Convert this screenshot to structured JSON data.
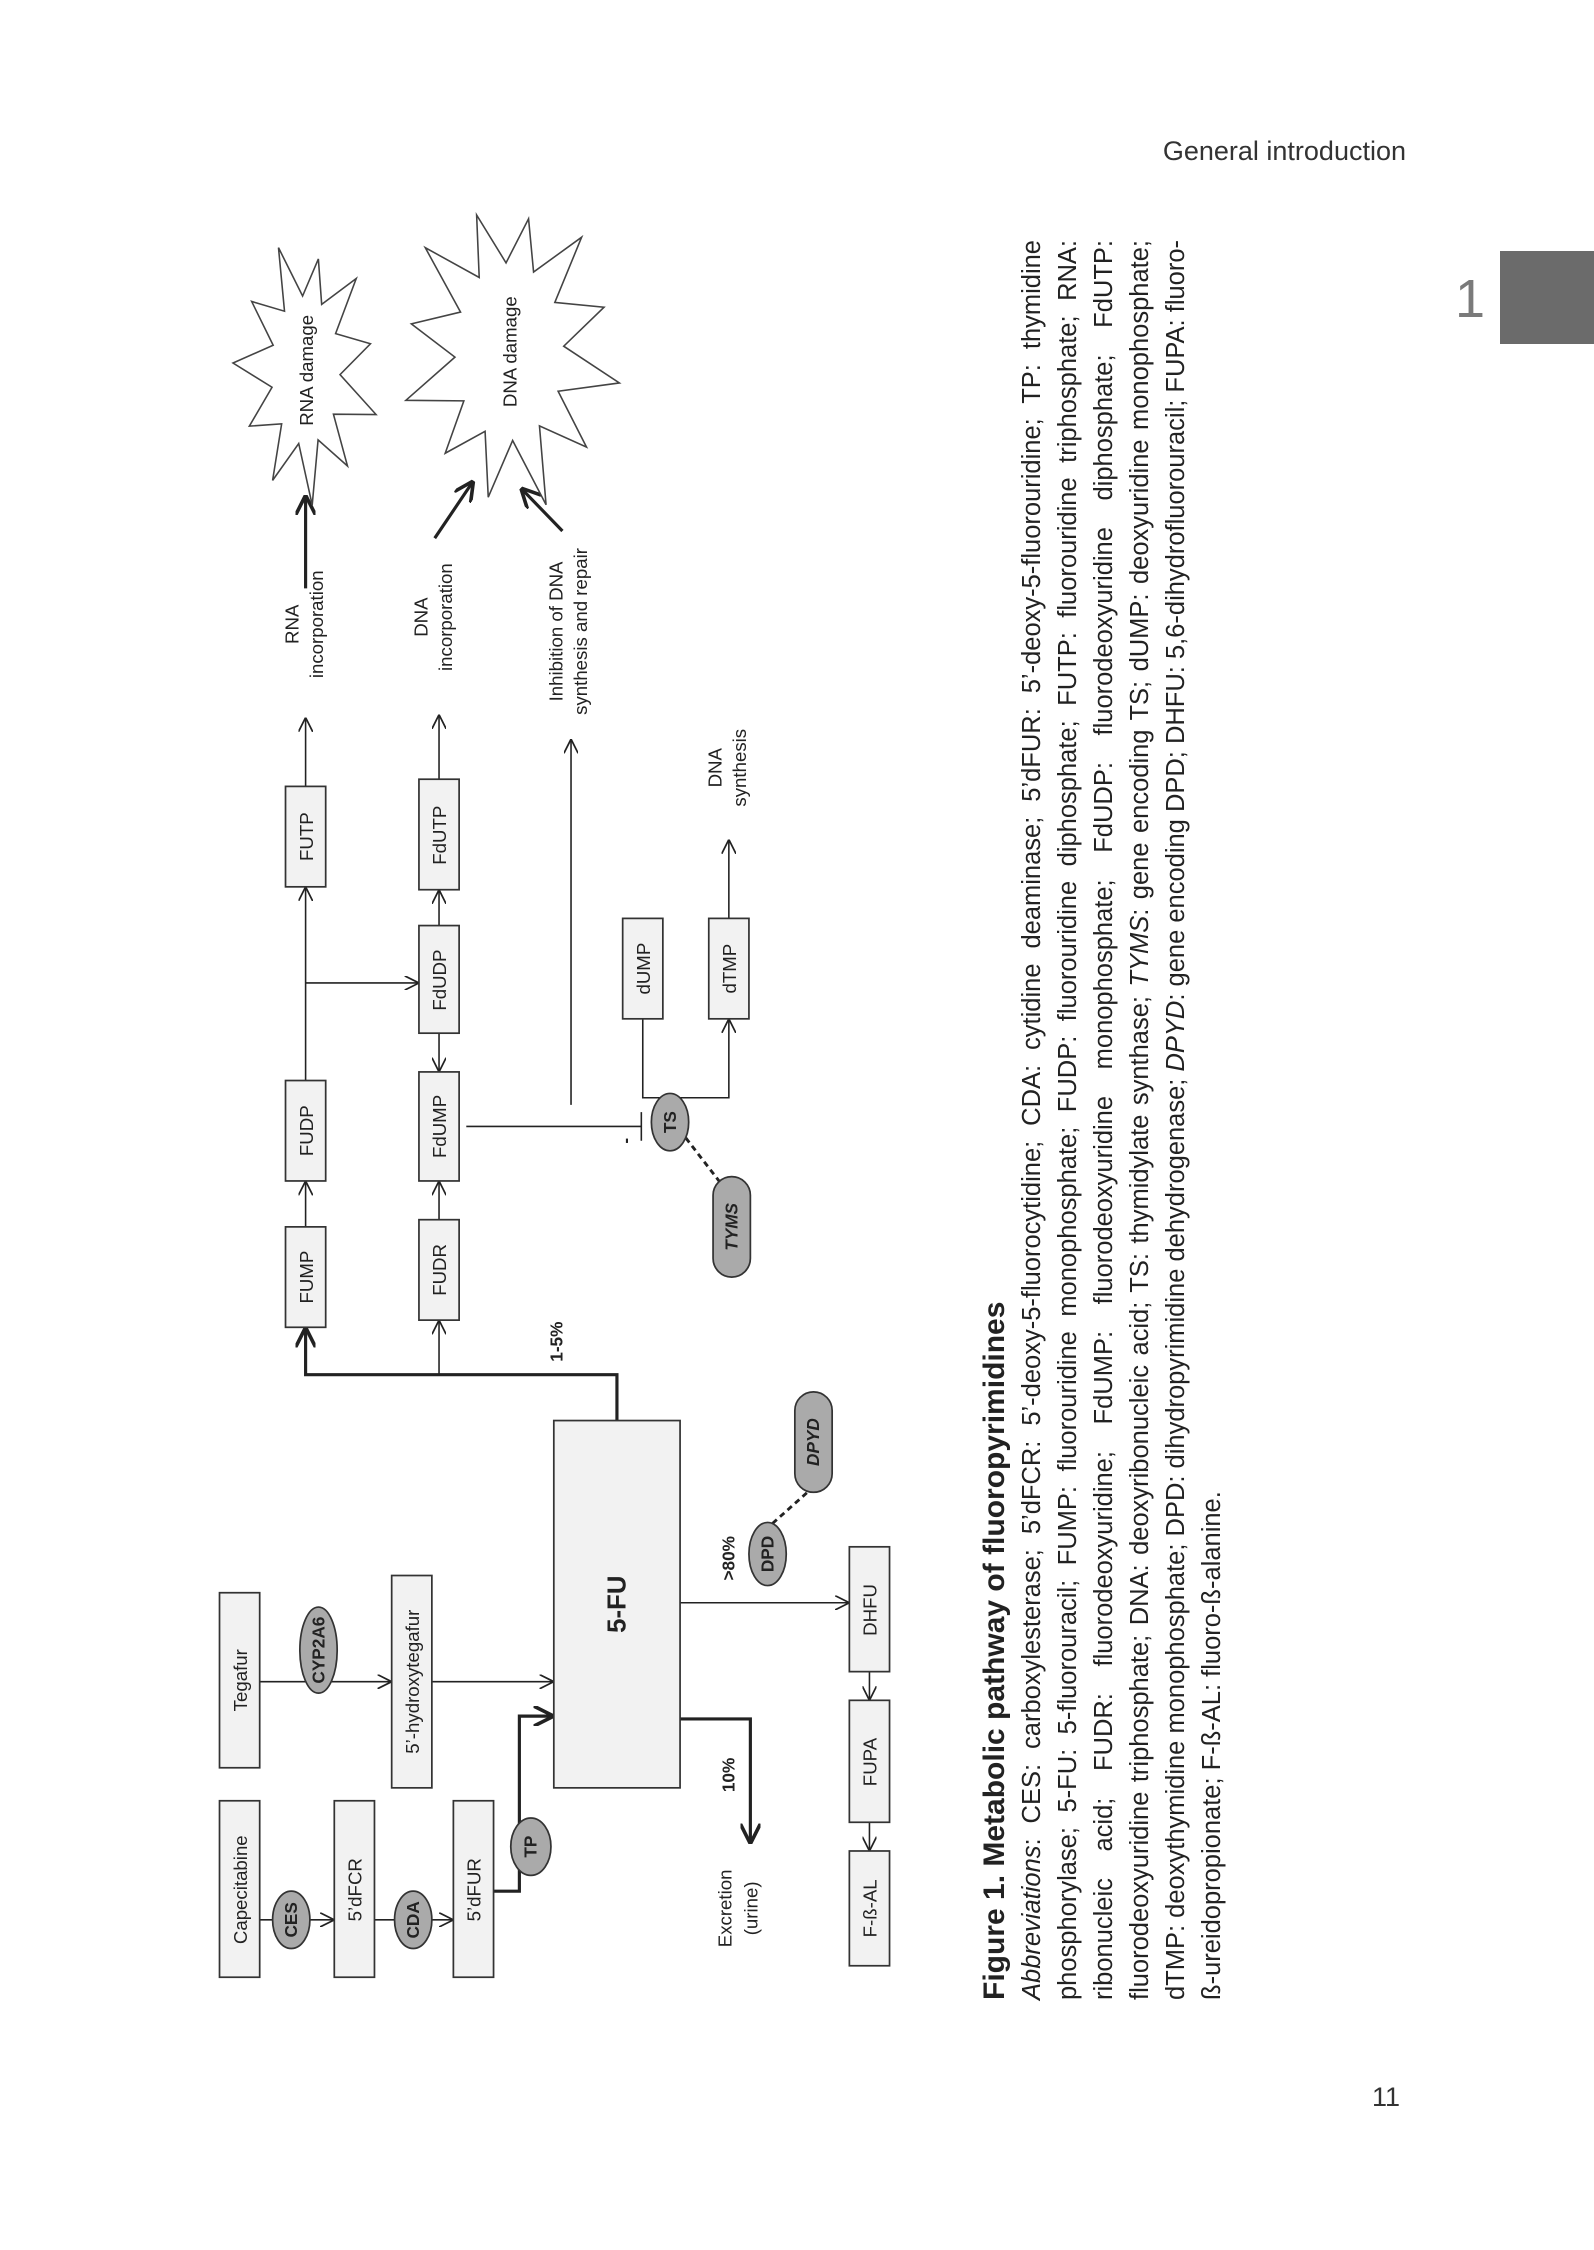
{
  "header": {
    "running_head": "General introduction",
    "chapter_number": "1",
    "page_number": "11"
  },
  "diagram": {
    "capecitabine": "Capecitabine",
    "tegafur": "Tegafur",
    "dfcr": "5’dFCR",
    "dfur": "5’dFUR",
    "hydroxytegafur": "5’-hydroxytegafur",
    "fu": "5-FU",
    "ces": "CES",
    "cda": "CDA",
    "tp": "TP",
    "cyp2a6": "CYP2A6",
    "dpd": "DPD",
    "dpyd": "DPYD",
    "ts": "TS",
    "tyms": "TYMS",
    "dhfu": "DHFU",
    "fupa": "FUPA",
    "fbal": "F-ß-AL",
    "fump": "FUMP",
    "fudp": "FUDP",
    "futp": "FUTP",
    "fudr": "FUDR",
    "fdump": "FdUMP",
    "fdudp": "FdUDP",
    "fdutp": "FdUTP",
    "dump": "dUMP",
    "dtmp": "dTMP",
    "pct_1_5": "1-5%",
    "pct_10": "10%",
    "pct_80": ">80%",
    "minus": "-",
    "excretion_1": "Excretion",
    "excretion_2": "(urine)",
    "rna_inc_1": "RNA",
    "rna_inc_2": "incorporation",
    "dna_inc_1": "DNA",
    "dna_inc_2": "incorporation",
    "inhib_1": "Inhibition of DNA",
    "inhib_2": "synthesis and repair",
    "dna_syn_1": "DNA",
    "dna_syn_2": "synthesis",
    "rna_damage": "RNA damage",
    "dna_damage": "DNA damage"
  },
  "caption": {
    "title": "Figure 1. Metabolic pathway of fluoropyrimidines",
    "abbr_label": "Abbreviations",
    "part1": ": CES: carboxylesterase; 5’dFCR: 5’-deoxy-5-fluorocytidine; CDA: cytidine deaminase; 5’dFUR: 5’-deoxy-5-fluorouridine; TP: thymidine phosphorylase; 5-FU: 5-fluorouracil; FUMP: fluorouridine monophosphate; FUDP: fluorouridine diphosphate; FUTP: fluorouridine triphosphate; RNA: ribonucleic acid; FUDR: fluorodeoxyuridine; FdUMP: fluorodeoxyuridine monophosphate; FdUDP: fluorodeoxyuridine diphosphate; FdUTP: fluorodeoxyuridine triphosphate; DNA: deoxyribonucleic acid; TS: thymidylate synthase; ",
    "tyms": "TYMS",
    "part2": ": gene encoding TS; dUMP: deoxyuridine monophosphate; dTMP: deoxythymidine monophosphate; DPD: dihydropyrimidine dehydrogenase; ",
    "dpyd": "DPYD",
    "part3": ": gene encoding DPD; DHFU: 5,6-dihydrofluorouracil; FUPA: fluoro-ß-ureidopropionate; F-ß-AL: fluoro-ß-alanine."
  }
}
